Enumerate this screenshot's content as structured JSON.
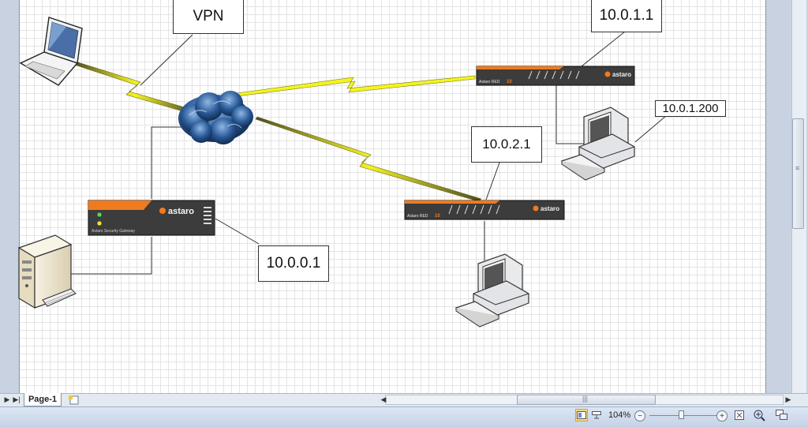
{
  "diagram": {
    "labels": {
      "vpn": "VPN",
      "hq_ip": "10.0.0.1",
      "branch1_ip": "10.0.1.1",
      "branch1_host_ip": "10.0.1.200",
      "branch2_ip": "10.0.2.1"
    },
    "devices": {
      "gateway_brand": "astaro",
      "gateway_model": "Astaro Security Gateway",
      "red_model": "Astaro RED",
      "red_number": "10"
    }
  },
  "tabs": {
    "page_tab": "Page-1"
  },
  "status": {
    "zoom": "104%",
    "zoom_out": "−",
    "zoom_in": "+"
  },
  "colors": {
    "vpn_link": "#f2f21a",
    "cloud": "#1f4f8a",
    "device_body": "#3c3c3c",
    "device_stripe": "#f07a1e"
  }
}
